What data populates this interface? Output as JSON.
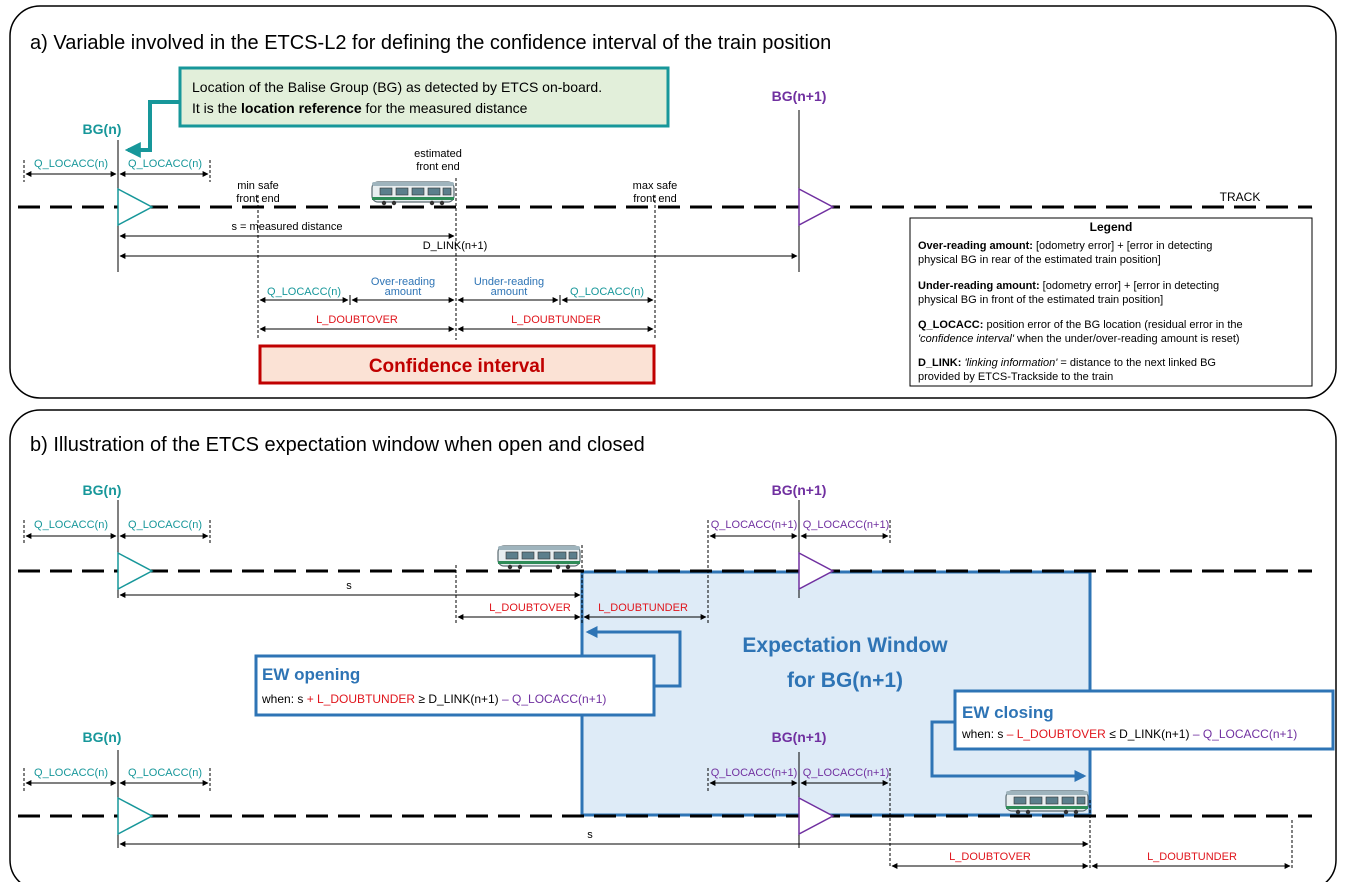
{
  "panel_a": {
    "title": "a) Variable involved in the ETCS-L2 for defining the confidence interval of the train position",
    "bg_n": "BG(n)",
    "bg_n1": "BG(n+1)",
    "qlocacc_n": "Q_LOCACC(n)",
    "callout_line1": "Location of the Balise Group (BG) as detected by ETCS on-board.",
    "callout_line2_pre": "It is the ",
    "callout_line2_bold": "location reference",
    "callout_line2_post": " for the measured distance",
    "estimated_front_end_1": "estimated",
    "estimated_front_end_2": "front end",
    "min_safe_1": "min safe",
    "min_safe_2": "front end",
    "max_safe_1": "max safe",
    "max_safe_2": "front end",
    "track": "TRACK",
    "s_measured": "s = measured distance",
    "d_link": "D_LINK(n+1)",
    "over_reading_1": "Over-reading",
    "over_reading_2": "amount",
    "under_reading_1": "Under-reading",
    "under_reading_2": "amount",
    "l_doubtover": "L_DOUBTOVER",
    "l_doubtunder": "L_DOUBTUNDER",
    "confidence_interval": "Confidence interval"
  },
  "legend": {
    "title": "Legend",
    "over_bold": "Over-reading amount:",
    "over_l1": " [odometry error] + [error in detecting",
    "over_l2": "physical BG in rear of the estimated train position]",
    "under_bold": "Under-reading amount:",
    "under_l1": " [odometry error] + [error in detecting",
    "under_l2": "physical BG in front of the estimated train position]",
    "q_bold": "Q_LOCACC:",
    "q_l1": " position error of the BG location (residual error in the",
    "q_l2_italic": "'confidence interval'",
    "q_l2_rest": " when the under/over-reading amount is reset)",
    "d_bold": "D_LINK:",
    "d_l1_italic": " 'linking information'",
    "d_l1_rest": " = distance to the next linked BG",
    "d_l2": "provided by ETCS-Trackside to the train"
  },
  "panel_b": {
    "title": "b) Illustration of the ETCS expectation window when open and closed",
    "bg_n": "BG(n)",
    "bg_n1": "BG(n+1)",
    "qlocacc_n": "Q_LOCACC(n)",
    "qlocacc_n1": "Q_LOCACC(n+1)",
    "s": "s",
    "l_doubtover": "L_DOUBTOVER",
    "l_doubtunder": "L_DOUBTUNDER",
    "ew_line1": "Expectation Window",
    "ew_line2": "for BG(n+1)",
    "ew_opening_title": "EW opening",
    "ew_opening_when": "when: s ",
    "ew_opening_plus": "+ L_DOUBTUNDER",
    "ew_opening_mid": " ≥ D_LINK(n+1) ",
    "ew_opening_minus": "– Q_LOCACC(n+1)",
    "ew_closing_title": "EW closing",
    "ew_closing_when": "when: s ",
    "ew_closing_minus1": "– L_DOUBTOVER",
    "ew_closing_mid": " ≤ D_LINK(n+1) ",
    "ew_closing_minus2": "– Q_LOCACC(n+1)"
  },
  "colors": {
    "teal": "#17979a",
    "purple": "#7030a0",
    "red": "#e0161d",
    "blue": "#2e74b5",
    "dark_red": "#c00000",
    "callout_fill": "#e2efda",
    "confidence_fill": "#fbe2d5",
    "ew_fill": "#deebf7"
  }
}
